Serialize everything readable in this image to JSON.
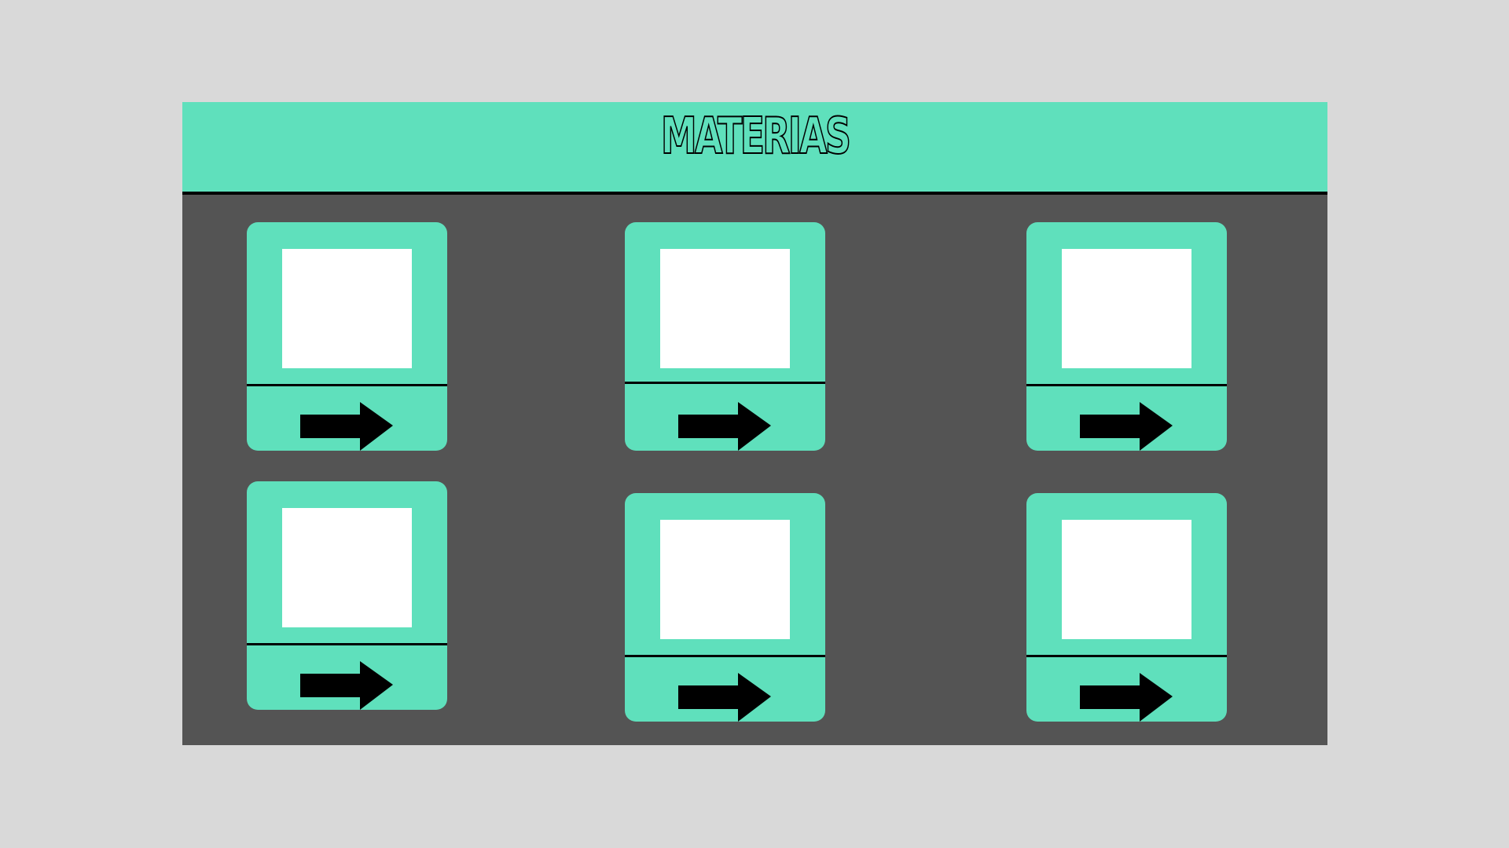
{
  "header": {
    "title": "MATERIAS"
  },
  "colors": {
    "background": "#d9d9d9",
    "panel": "#545454",
    "accent": "#5fe0bc",
    "thumbnail": "#ffffff",
    "ink": "#000000"
  },
  "cards": [
    {
      "thumbnail": "blank",
      "action_icon": "arrow-right-icon"
    },
    {
      "thumbnail": "blank",
      "action_icon": "arrow-right-icon"
    },
    {
      "thumbnail": "blank",
      "action_icon": "arrow-right-icon"
    },
    {
      "thumbnail": "blank",
      "action_icon": "arrow-right-icon"
    },
    {
      "thumbnail": "blank",
      "action_icon": "arrow-right-icon"
    },
    {
      "thumbnail": "blank",
      "action_icon": "arrow-right-icon"
    }
  ]
}
